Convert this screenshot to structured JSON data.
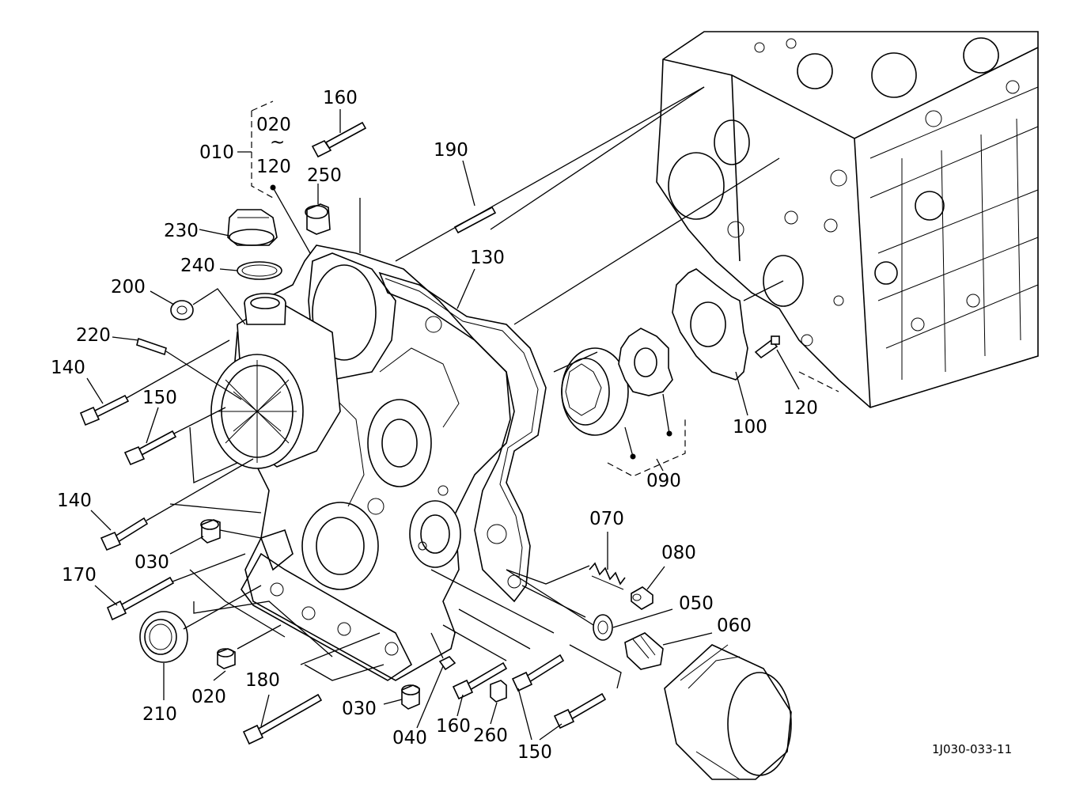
{
  "figure_number": "1J030-033-11",
  "callouts": {
    "c010": "010",
    "c020_top": "020",
    "c_tilde": "~",
    "c120_top": "120",
    "c160_top": "160",
    "c250": "250",
    "c190": "190",
    "c230": "230",
    "c240": "240",
    "c200": "200",
    "c220": "220",
    "c130": "130",
    "c140_a": "140",
    "c150_a": "150",
    "c140_b": "140",
    "c030_a": "030",
    "c170": "170",
    "c210": "210",
    "c020_b": "020",
    "c180": "180",
    "c030_b": "030",
    "c040": "040",
    "c160_b": "160",
    "c260": "260",
    "c150_b": "150",
    "c070": "070",
    "c080": "080",
    "c050": "050",
    "c060": "060",
    "c090": "090",
    "c100": "100",
    "c120_b": "120"
  }
}
